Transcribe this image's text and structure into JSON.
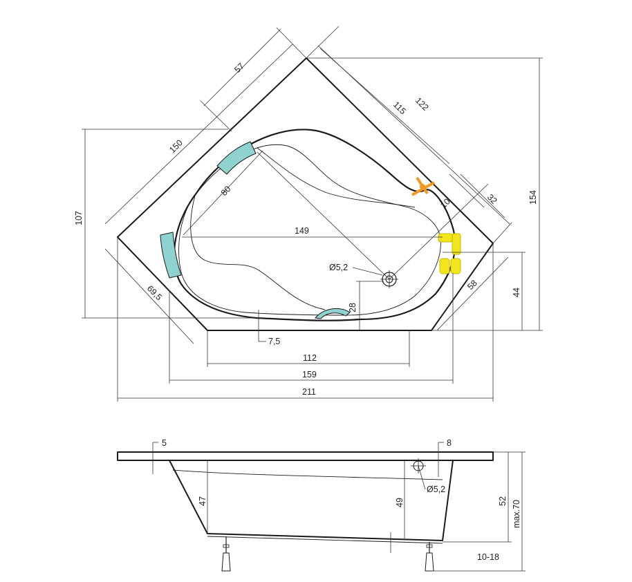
{
  "plan_view": {
    "dimensions": {
      "d57": "57",
      "d150": "150",
      "d115": "115",
      "d122": "122",
      "d80": "80",
      "d107": "107",
      "d149": "149",
      "d10": "10",
      "d32": "32",
      "d154": "154",
      "d_drain": "Ø5,2",
      "d69_5": "69,5",
      "d28": "28",
      "d58": "58",
      "d44": "44",
      "d7_5": "7,5",
      "d112": "112",
      "d159": "159",
      "d211": "211"
    }
  },
  "side_view": {
    "dimensions": {
      "d5": "5",
      "d8": "8",
      "d47": "47",
      "d49": "49",
      "d_drain": "Ø5,2",
      "d52": "52",
      "dmax70": "max.70",
      "d10_18": "10-18"
    }
  },
  "colors": {
    "headrest": "#8fd3d0",
    "faucet": "#f39a1e",
    "handle": "#f2e51c",
    "outline": "#1a1a1a"
  }
}
